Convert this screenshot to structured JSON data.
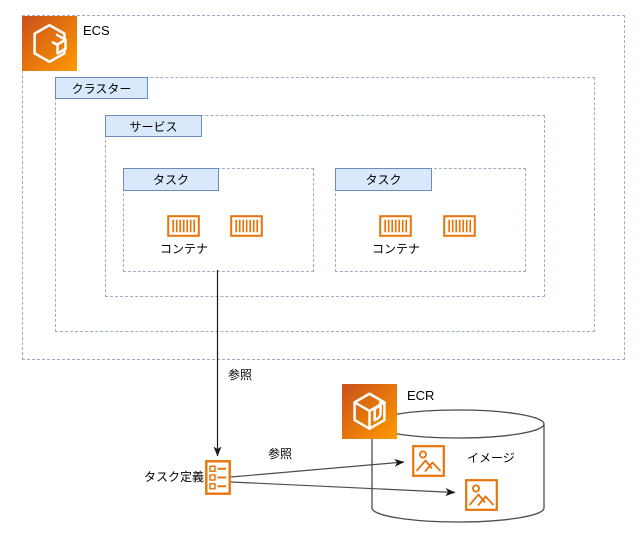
{
  "groups": {
    "ecs": {
      "label": "ECS"
    },
    "cluster": {
      "label": "クラスター"
    },
    "service": {
      "label": "サービス"
    }
  },
  "tasks": [
    {
      "label": "タスク",
      "container_label": "コンテナ"
    },
    {
      "label": "タスク",
      "container_label": "コンテナ"
    }
  ],
  "task_definition": {
    "label": "タスク定義"
  },
  "ecr": {
    "label": "ECR",
    "repository_label": "イメージ"
  },
  "edges": {
    "task_to_definition": {
      "label": "参照"
    },
    "definition_to_images": {
      "label": "参照"
    }
  },
  "icons": {
    "ecs": "ecs-service-icon",
    "ecr": "ecr-service-icon",
    "container": "container-icon",
    "task_definition": "task-definition-icon",
    "image": "container-image-icon",
    "repository": "repository-cylinder"
  },
  "colors": {
    "background": "#FFFFFF",
    "text": "#000000",
    "icon_gradient_start": "#C8511B",
    "icon_gradient_end": "#FF9900",
    "resource_orange": "#E8740C",
    "chip_fill": "#DAE8FC",
    "chip_border": "#6C8EBF",
    "dashed_border": "#9FADC4",
    "connector": "#4D4D4D",
    "arrow_black": "#1A1A1A"
  }
}
